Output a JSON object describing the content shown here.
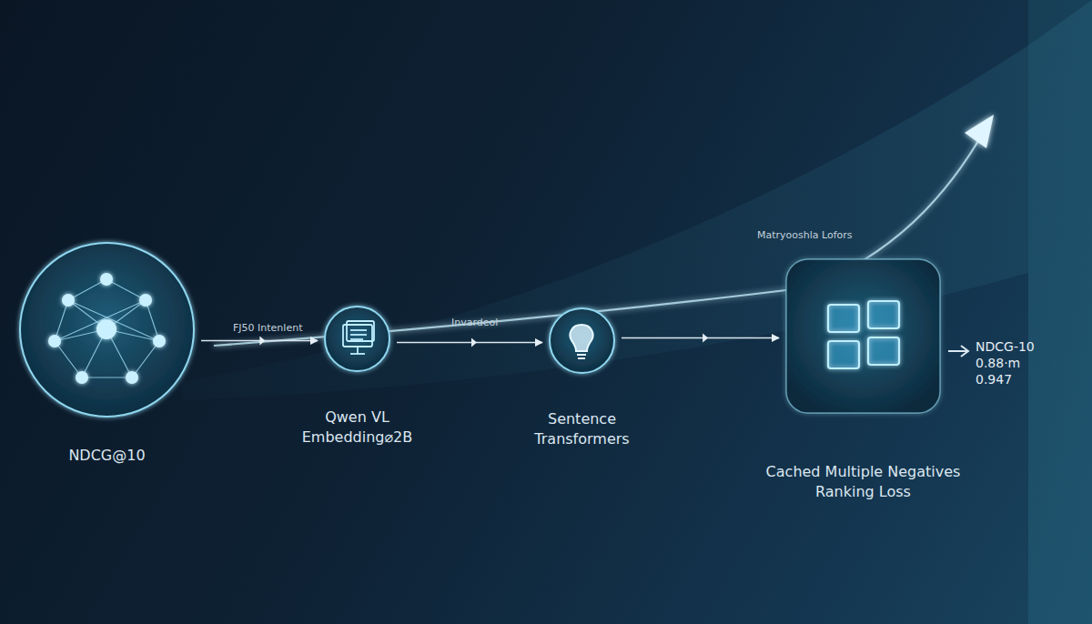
{
  "diagram": {
    "nodes": [
      {
        "text": [
          "NDCG@10"
        ]
      },
      {
        "text": [
          "Qwen VL Embedding⌀2B"
        ]
      },
      {
        "text": [
          "Sentence Transformers"
        ]
      },
      {
        "text": [
          "Cached Multiple Negatives Ranking Loss"
        ]
      }
    ],
    "edges": [
      {
        "from": 0,
        "to": 1,
        "arrow": "to",
        "label": "FJ50 Intenlent"
      },
      {
        "from": 1,
        "to": 2,
        "arrow": "to",
        "label": "Invardeol"
      },
      {
        "from": 2,
        "to": 3,
        "arrow": "to"
      }
    ],
    "labels": [
      "Matryooshla Lofors",
      "NDCG-10",
      "0.88·m",
      "0.947"
    ]
  }
}
